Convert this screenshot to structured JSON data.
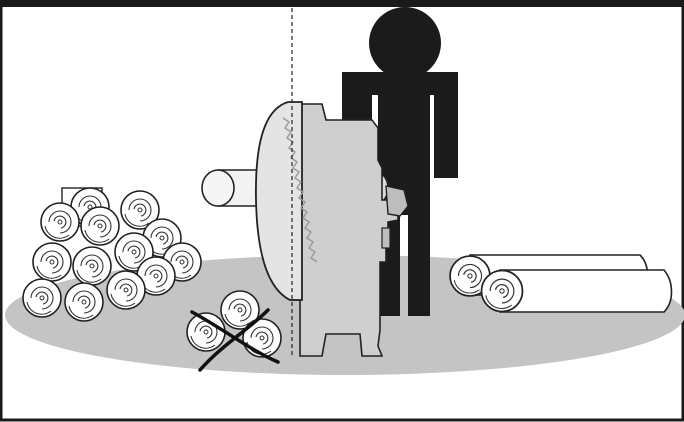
{
  "illustration": {
    "subject": "operator-standing-behind-log-saw",
    "elements": [
      "stacked-cut-logs-left",
      "log-saw-machine",
      "circular-saw-blade",
      "log-being-fed",
      "operator-silhouette",
      "long-logs-right",
      "crossed-out-short-logs",
      "cutting-line-dashed"
    ]
  },
  "colors": {
    "border": "#1a1a1a",
    "ground": "#c4c4c4",
    "machine": "#cfcfcf",
    "silhouette": "#1b1b1b",
    "log_fill": "#ffffff",
    "log_stroke": "#222222"
  }
}
